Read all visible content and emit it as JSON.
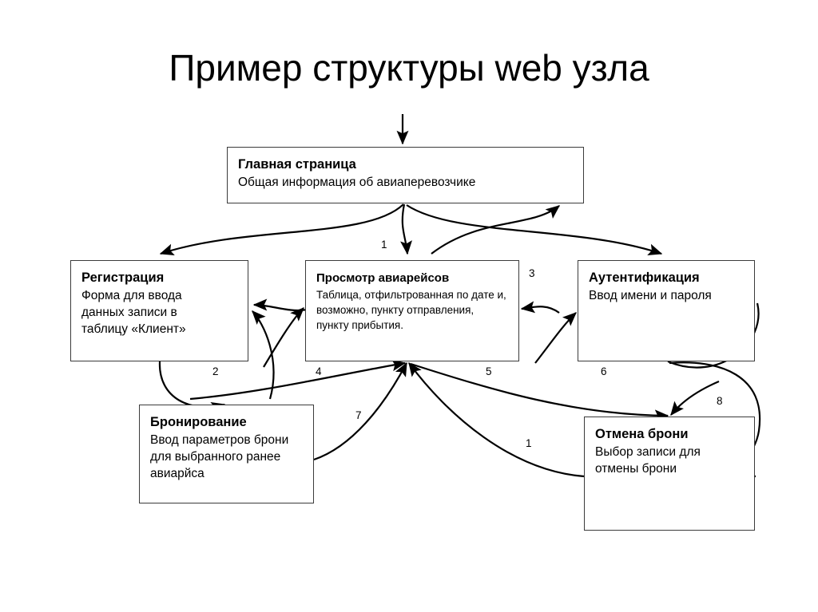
{
  "page": {
    "title": "Пример структуры web узла",
    "background_color": "#ffffff",
    "line_color": "#000000",
    "box_border_color": "#3b3b3b"
  },
  "nodes": [
    {
      "id": "home",
      "title": "Главная страница",
      "desc": "Общая информация об авиаперевозчике"
    },
    {
      "id": "registration",
      "title": "Регистрация",
      "desc": "Форма для ввода данных записи в таблицу «Клиент»"
    },
    {
      "id": "flights",
      "title": "Просмотр авиарейсов",
      "desc": "Таблица, отфильтрованная по дате и, возможно, пункту отправления, пункту прибытия."
    },
    {
      "id": "auth",
      "title": "Аутентификация",
      "desc": "Ввод имени и пароля"
    },
    {
      "id": "booking",
      "title": "Бронирование",
      "desc": "Ввод параметров брони для выбранного ранее авиарйса"
    },
    {
      "id": "cancel",
      "title": "Отмена брони",
      "desc": "Выбор записи для отмены брони"
    }
  ],
  "edge_labels": [
    {
      "id": "l1",
      "text": "1"
    },
    {
      "id": "l3",
      "text": "3"
    },
    {
      "id": "l2",
      "text": "2"
    },
    {
      "id": "l4",
      "text": "4"
    },
    {
      "id": "l5",
      "text": "5"
    },
    {
      "id": "l6",
      "text": "6"
    },
    {
      "id": "l7",
      "text": "7"
    },
    {
      "id": "l1b",
      "text": "1"
    },
    {
      "id": "l8",
      "text": "8"
    }
  ]
}
